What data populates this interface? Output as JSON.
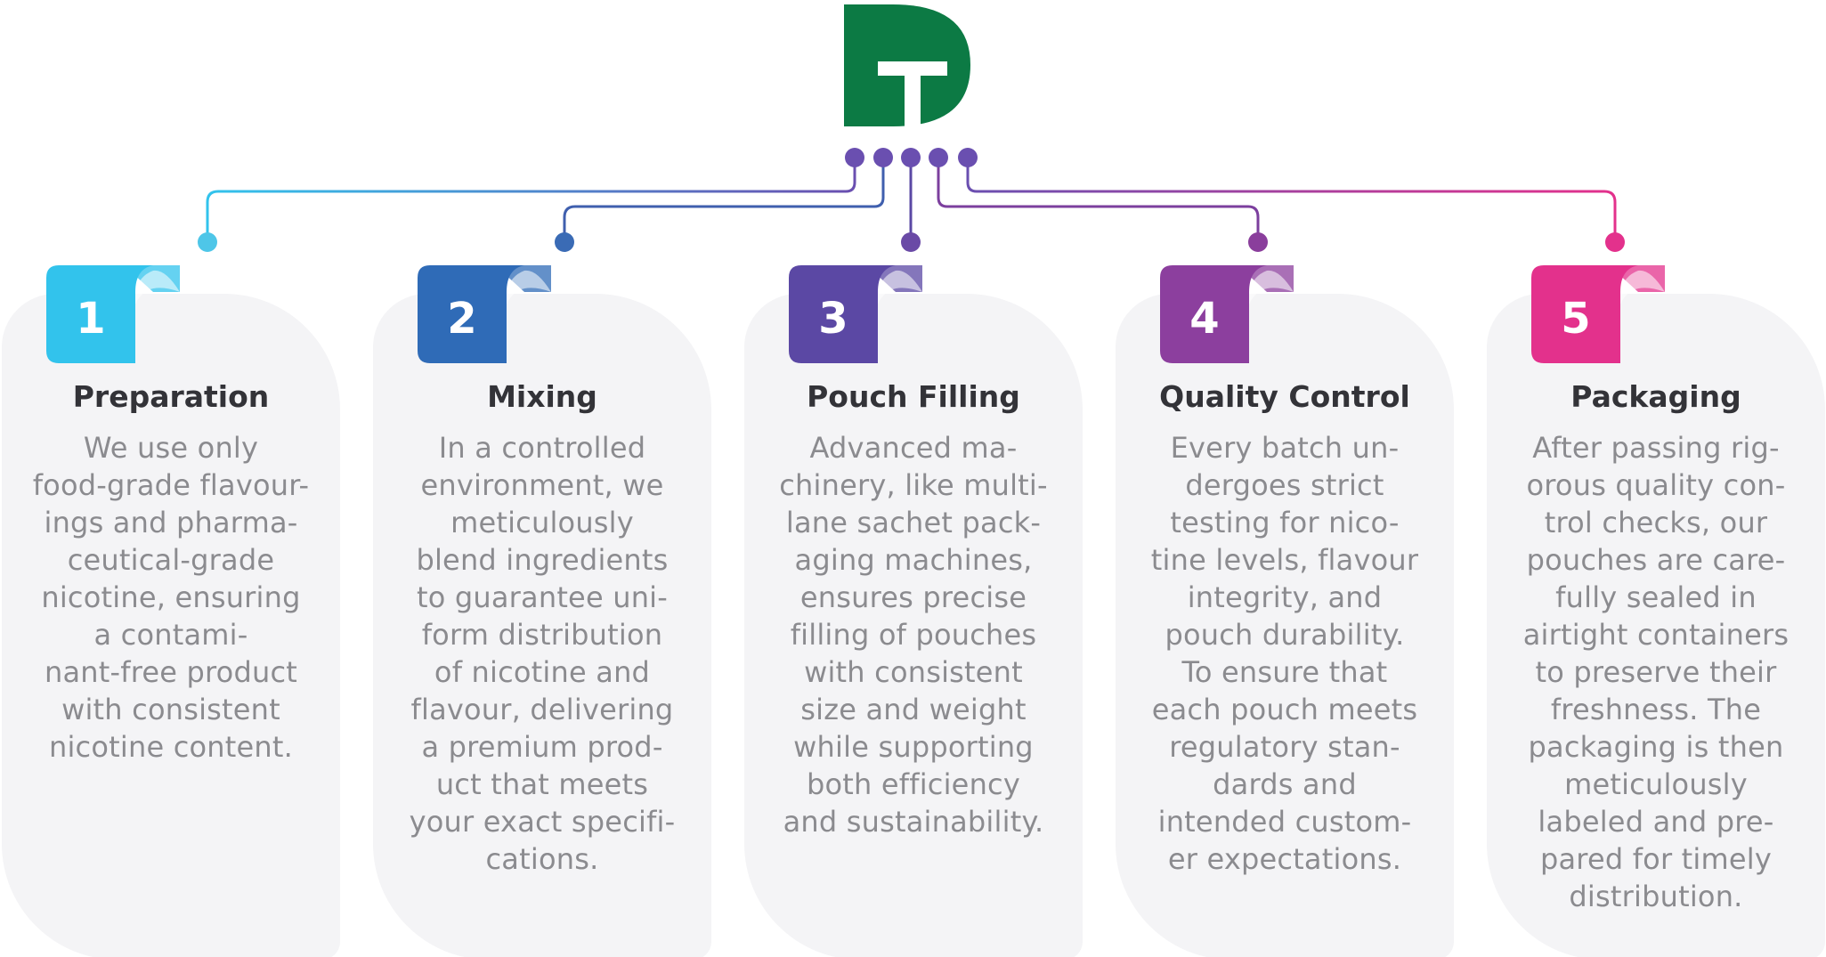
{
  "colors": {
    "logo": "#0c7a44",
    "steps": [
      "#32c3ec",
      "#2f6bb7",
      "#5b48a4",
      "#8c3f9e",
      "#e3318c"
    ]
  },
  "steps": [
    {
      "number": "1",
      "title": "Preparation",
      "lines": [
        "We use only",
        "food-grade flavour-",
        "ings and pharma-",
        "ceutical-grade",
        "nicotine, ensuring",
        "a contami-",
        "nant-free product",
        "with consistent",
        "nicotine content."
      ]
    },
    {
      "number": "2",
      "title": "Mixing",
      "lines": [
        "In a controlled",
        "environment, we",
        "meticulously",
        "blend ingredients",
        "to guarantee uni-",
        "form distribution",
        "of nicotine and",
        "flavour, delivering",
        "a premium prod-",
        "uct that meets",
        "your exact specifi-",
        "cations."
      ]
    },
    {
      "number": "3",
      "title": "Pouch Filling",
      "lines": [
        "Advanced ma-",
        "chinery, like multi-",
        "lane sachet pack-",
        "aging machines,",
        "ensures precise",
        "filling of pouches",
        "with consistent",
        "size and weight",
        "while supporting",
        "both efficiency",
        "and sustainability."
      ]
    },
    {
      "number": "4",
      "title": "Quality Control",
      "lines": [
        "Every batch un-",
        "dergoes strict",
        "testing for nico-",
        "tine levels, flavour",
        "integrity, and",
        "pouch durability.",
        "To ensure that",
        "each pouch meets",
        "regulatory stan-",
        "dards and",
        "intended custom-",
        "er expectations."
      ]
    },
    {
      "number": "5",
      "title": "Packaging",
      "lines": [
        "After passing rig-",
        "orous quality con-",
        "trol checks, our",
        "pouches are care-",
        "fully sealed in",
        "airtight containers",
        "to preserve their",
        "freshness. The",
        "packaging is then",
        "meticulously",
        "labeled and pre-",
        "pared for timely",
        "distribution."
      ]
    }
  ]
}
